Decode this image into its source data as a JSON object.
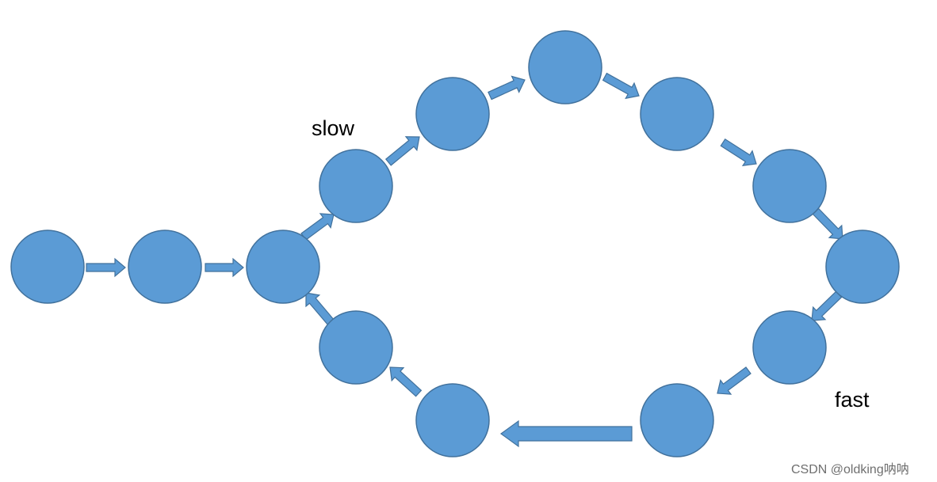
{
  "labels": {
    "slow": "slow",
    "fast": "fast"
  },
  "watermark": "CSDN @oldking呐呐",
  "colors": {
    "node_fill": "#5b9bd5",
    "node_stroke": "#41719c",
    "text": "#000000",
    "watermark": "#6f6f6f"
  }
}
